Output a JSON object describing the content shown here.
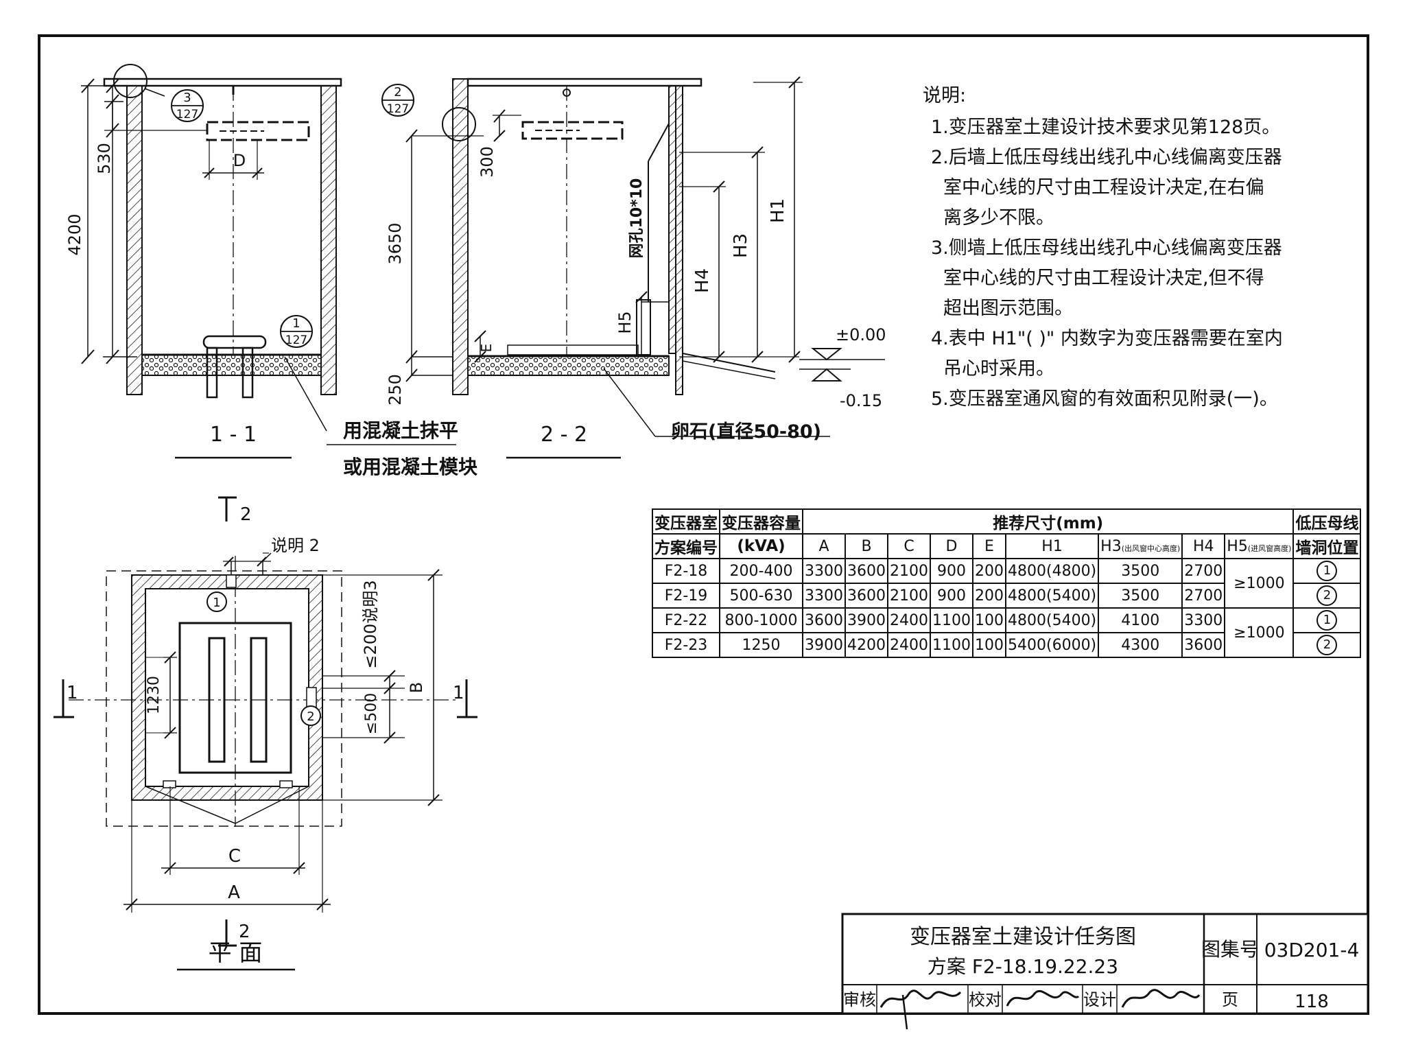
{
  "sections": {
    "s11": "1 - 1",
    "s22": "2 - 2",
    "plan": "平    面",
    "cut_top": "2",
    "cut_bottom": "2",
    "cut_left": "1",
    "cut_right": "1"
  },
  "callouts": {
    "c1": {
      "top": "3",
      "bottom": "127"
    },
    "c2": {
      "top": "1",
      "bottom": "127"
    },
    "c3": {
      "top": "2",
      "bottom": "127"
    },
    "p1": "1",
    "p2": "2"
  },
  "dims": {
    "d530": "530",
    "d4200": "4200",
    "dD": "D",
    "d300": "300",
    "d3650": "3650",
    "d250": "250",
    "dE": "E",
    "dH1": "H1",
    "dH3": "H3",
    "dH4": "H4",
    "dH5": "H5",
    "mesh": "网孔10*10",
    "lvl0": "±0.00",
    "lvl015": "-0.15",
    "d1230": "1230",
    "d200": "≤200说明3",
    "d500": "≤500",
    "dB": "B",
    "dC": "C",
    "dA": "A",
    "note2": "说明 2"
  },
  "annotations": {
    "concrete1": "用混凝土抹平",
    "concrete2": "或用混凝土模块",
    "pebble": "卵石(直径50-80)"
  },
  "notes": {
    "heading": "说明:",
    "items": [
      "1.变压器室土建设计技术要求见第128页。",
      "2.后墙上低压母线出线孔中心线偏离变压器",
      "室中心线的尺寸由工程设计决定,在右偏",
      "离多少不限。",
      "3.侧墙上低压母线出线孔中心线偏离变压器",
      "室中心线的尺寸由工程设计决定,但不得",
      "超出图示范围。",
      "4.表中 H1\"( )\" 内数字为变压器需要在室内",
      "吊心时采用。",
      "5.变压器室通风窗的有效面积见附录(一)。"
    ]
  },
  "table": {
    "h_scheme1": "变压器室",
    "h_scheme2": "方案编号",
    "h_cap1": "变压器容量",
    "h_cap2": "(kVA)",
    "h_dims": "推荐尺寸(mm)",
    "h_pos1": "低压母线",
    "h_pos2": "墙洞位置",
    "cols": [
      "A",
      "B",
      "C",
      "D",
      "E",
      "H1",
      "H3",
      "H4",
      "H5"
    ],
    "h3_note": "(出风窗中心高度)",
    "h5_note": "(进风窗高度)",
    "rows": [
      {
        "id": "F2-18",
        "cap": "200-400",
        "A": "3300",
        "B": "3600",
        "C": "2100",
        "D": "900",
        "E": "200",
        "H1": "4800(4800)",
        "H3": "3500",
        "H4": "2700",
        "pos": "1"
      },
      {
        "id": "F2-19",
        "cap": "500-630",
        "A": "3300",
        "B": "3600",
        "C": "2100",
        "D": "900",
        "E": "200",
        "H1": "4800(5400)",
        "H3": "3500",
        "H4": "2700",
        "pos": "2"
      },
      {
        "id": "F2-22",
        "cap": "800-1000",
        "A": "3600",
        "B": "3900",
        "C": "2400",
        "D": "1100",
        "E": "100",
        "H1": "4800(5400)",
        "H3": "4100",
        "H4": "3300",
        "pos": "1"
      },
      {
        "id": "F2-23",
        "cap": "1250",
        "A": "3900",
        "B": "4200",
        "C": "2400",
        "D": "1100",
        "E": "100",
        "H1": "5400(6000)",
        "H3": "4300",
        "H4": "3600",
        "pos": "2"
      }
    ],
    "h5_group1": "≥1000",
    "h5_group2": "≥1000"
  },
  "titleblock": {
    "title": "变压器室土建设计任务图",
    "subtitle": "方案 F2-18.19.22.23",
    "atlas_label": "图集号",
    "atlas_no": "03D201-4",
    "review": "审核",
    "check": "校对",
    "design": "设计",
    "page_label": "页",
    "page_no": "118"
  }
}
